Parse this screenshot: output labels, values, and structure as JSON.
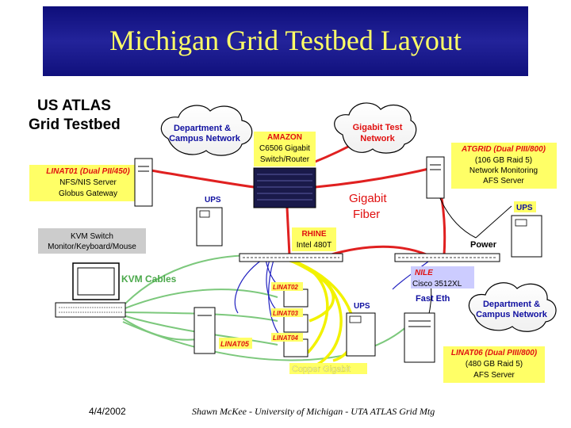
{
  "slide": {
    "title": "Michigan Grid Testbed Layout",
    "footer_date": "4/4/2002",
    "footer_credit": "Shawn McKee - University of Michigan - UTA ATLAS Grid Mtg"
  },
  "heading": {
    "line1": "US ATLAS",
    "line2": "Grid Testbed"
  },
  "clouds": {
    "dept_top": [
      "Department &",
      "Campus Network"
    ],
    "gigabit_test": [
      "Gigabit Test",
      "Network"
    ],
    "dept_bottom": [
      "Department &",
      "Campus Network"
    ]
  },
  "amazon": [
    "AMAZON",
    "C6506 Gigabit",
    "Switch/Router"
  ],
  "linat01": [
    "LINAT01 (Dual PII/450)",
    "NFS/NIS Server",
    "Globus Gateway"
  ],
  "atgrid": [
    "ATGRID  (Dual PIII/800)",
    "(106 GB Raid 5)",
    "Network Monitoring",
    "AFS Server"
  ],
  "kvm_switch": [
    "KVM  Switch",
    "Monitor/Keyboard/Mouse"
  ],
  "rhine": [
    "RHINE",
    "Intel 480T"
  ],
  "nile": [
    "NILE",
    "Cisco 3512XL"
  ],
  "linat06": [
    "LINAT06 (Dual PIII/800)",
    "(480 GB Raid 5)",
    "AFS Server"
  ],
  "labels": {
    "ups": "UPS",
    "gigabit_fiber": [
      "Gigabit",
      "Fiber"
    ],
    "power": "Power",
    "kvm_cables": "KVM Cables",
    "fast_eth": "Fast Eth",
    "copper_gigabit": "Copper Gigabit",
    "linat02": "LINAT02",
    "linat03": "LINAT03",
    "linat04": "LINAT04",
    "linat05": "LINAT05"
  },
  "colors": {
    "title_bg": "#1a1a8c",
    "title_text": "#ffff66",
    "fiber_red": "#e02020",
    "copper_yellow": "#f2f200",
    "kvm_green": "#7cc87c",
    "fast_eth_blue": "#2020c0",
    "label_red": "#e01010",
    "label_blue": "#1010a0",
    "highlight_yellow": "#ffff66",
    "kvm_gray": "#cccccc"
  }
}
